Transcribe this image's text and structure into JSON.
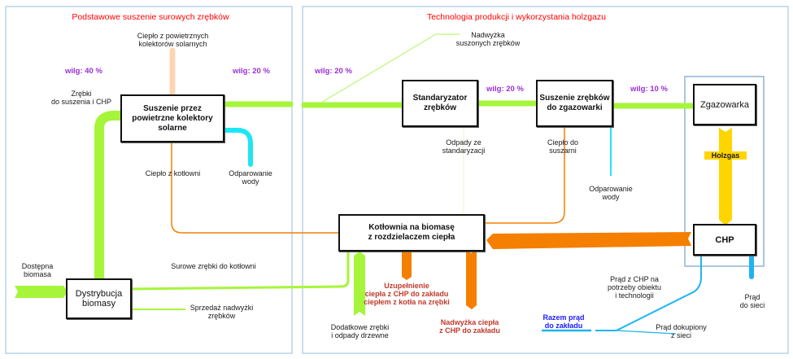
{
  "panels": {
    "left_title": "Podstawowe suszenie surowych zrębków",
    "right_title": "Technologia produkcji i wykorzystania holzgazu"
  },
  "boxes": {
    "solar_dryer": "Suszenie przez\npowietrzne kolektory\nsolarne",
    "distribution": "Dystrybucja\nbiomasy",
    "standardizer": "Standaryzator\nzrębków",
    "gasifier_dryer": "Suszenie zrębków\ndo zgazowarki",
    "gasifier": "Zgazowarka",
    "boiler": "Kotłownia na biomasę\nz rozdzielaczem ciepła",
    "chp": "CHP"
  },
  "moisture": {
    "m1": "wilg: 40 %",
    "m2": "wilg: 20 %",
    "m3": "wilg: 20 %",
    "m4": "wilg: 20 %",
    "m5": "wilg: 10 %"
  },
  "labels": {
    "solar_heat": "Ciepło z powietrznych\nkolektorów solarnych",
    "chips_for_drying": "Zrębki\ndo suszenia i CHP",
    "boiler_heat": "Ciepło z kotłowni",
    "evaporation_1": "Odparowanie\nwody",
    "available_biomass": "Dostępna\nbiomasa",
    "raw_chips_to_boiler": "Surowe zrębki do kotłowni",
    "surplus_sale": "Sprzedaż nadwyżki\nzrębków",
    "dried_surplus": "Nadwyżka\nsuszonych zrębków",
    "std_waste": "Odpady ze\nstandaryzacji",
    "dryer_heat": "Ciepło do\nsuszarni",
    "evaporation_2": "Odparowanie\nwody",
    "holzgas": "Holzgas",
    "additional_chips": "Dodatkowe zrębki\ni odpady drzewne",
    "heat_supplement": "Uzupełnienie\nciepła z CHP do zakładu\nciepłem z kotła na zrębki",
    "heat_surplus": "Nadwyżka ciepła\nz CHP do zakładu",
    "chp_power": "Prąd z CHP na\npotrzeby obiektu\ni technologii",
    "power_to_grid": "Prąd\ndo sieci",
    "total_power": "Razem prąd\ndo zakładu",
    "bought_power": "Prąd dokupiony\nz sieci"
  },
  "colors": {
    "chips": "#a6f53a",
    "heat": "#f57f00",
    "solar": "#fcd5b5",
    "water": "#1ee6f5",
    "gas": "#ffd500",
    "power": "#1fb4f0",
    "panel_border": "#b9d3e8",
    "title": "#ff0000",
    "moisture": "#9a2fd6"
  }
}
